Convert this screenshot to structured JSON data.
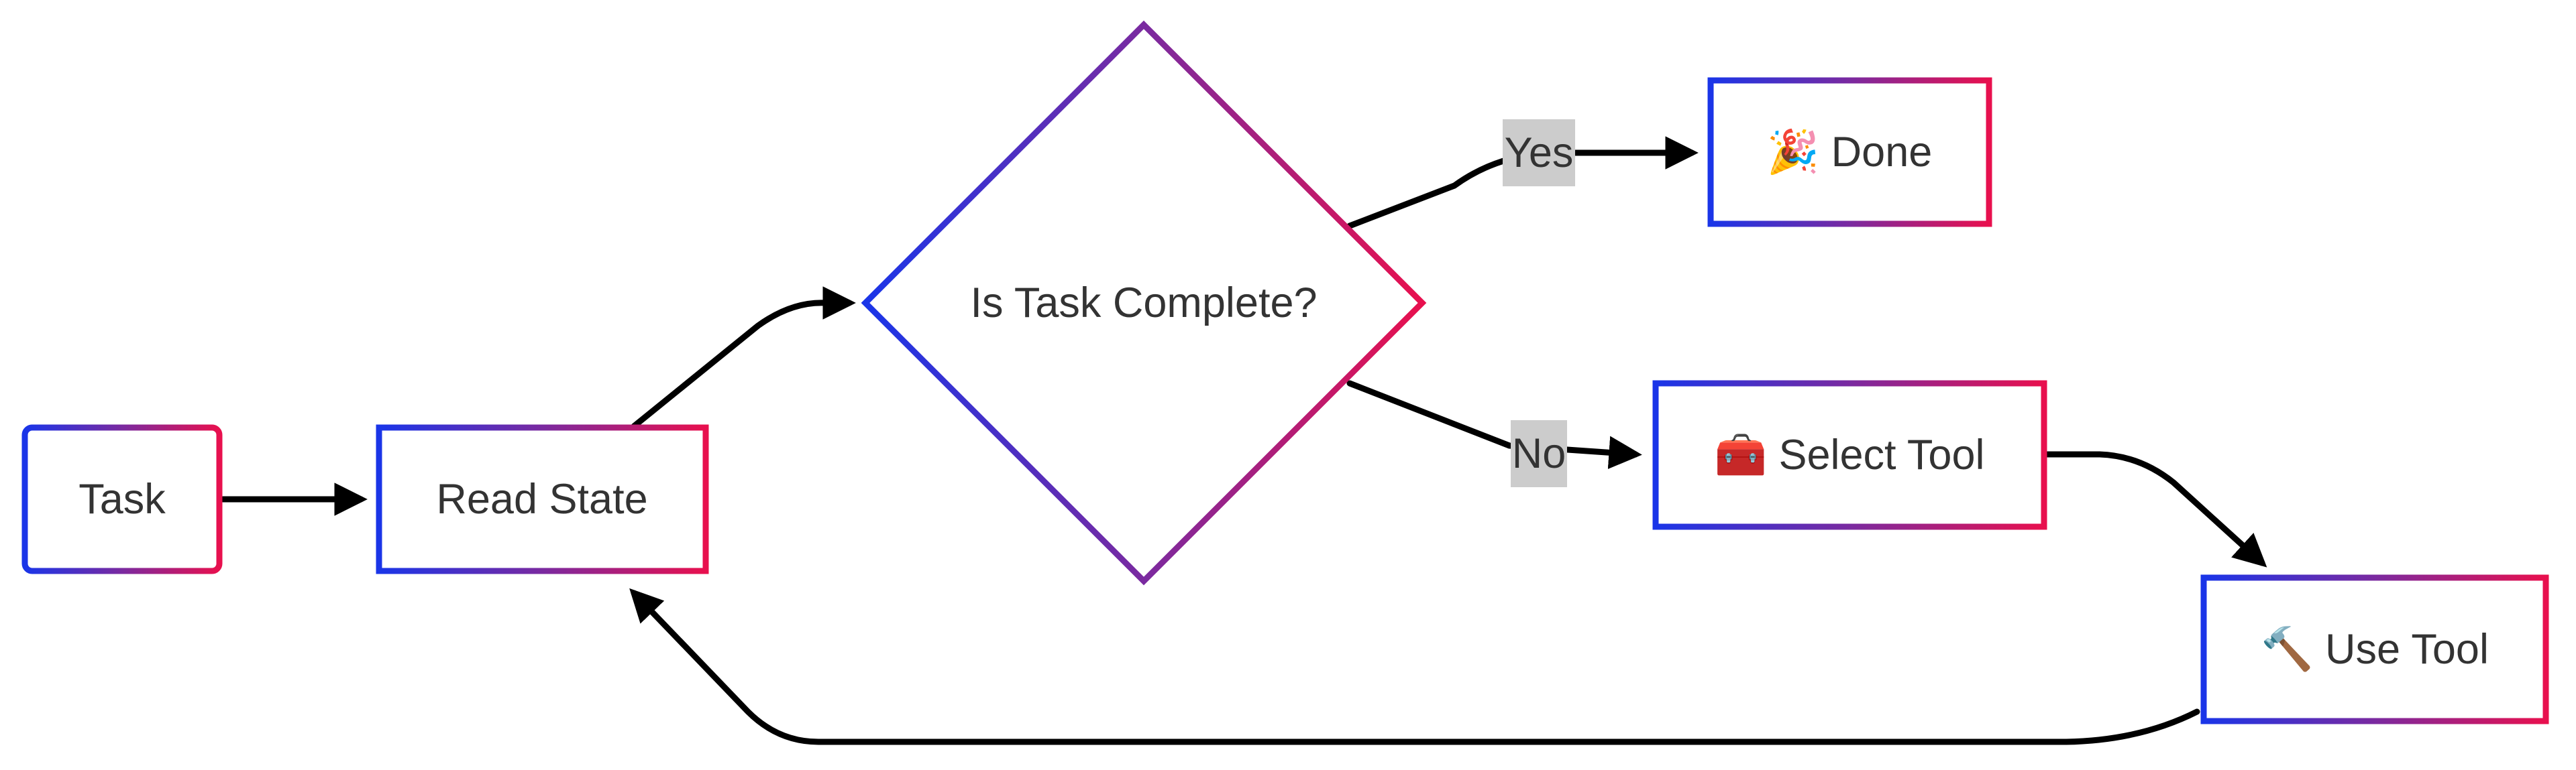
{
  "colors": {
    "node_border_start": "#1a35e8",
    "node_border_mid": "#7a2aa0",
    "node_border_end": "#e8104e",
    "edge": "#000000",
    "edge_label_bg": "#cccccc",
    "text": "#333333"
  },
  "nodes": {
    "task": {
      "label": "Task"
    },
    "read_state": {
      "label": "Read State"
    },
    "decision": {
      "label": "Is Task Complete?"
    },
    "done": {
      "label": "🎉 Done",
      "icon": "party-popper-icon"
    },
    "select_tool": {
      "label": "🧰 Select Tool",
      "icon": "toolbox-icon"
    },
    "use_tool": {
      "label": "🔨 Use Tool",
      "icon": "hammer-icon"
    }
  },
  "edges": {
    "yes": {
      "label": "Yes"
    },
    "no": {
      "label": "No"
    }
  }
}
